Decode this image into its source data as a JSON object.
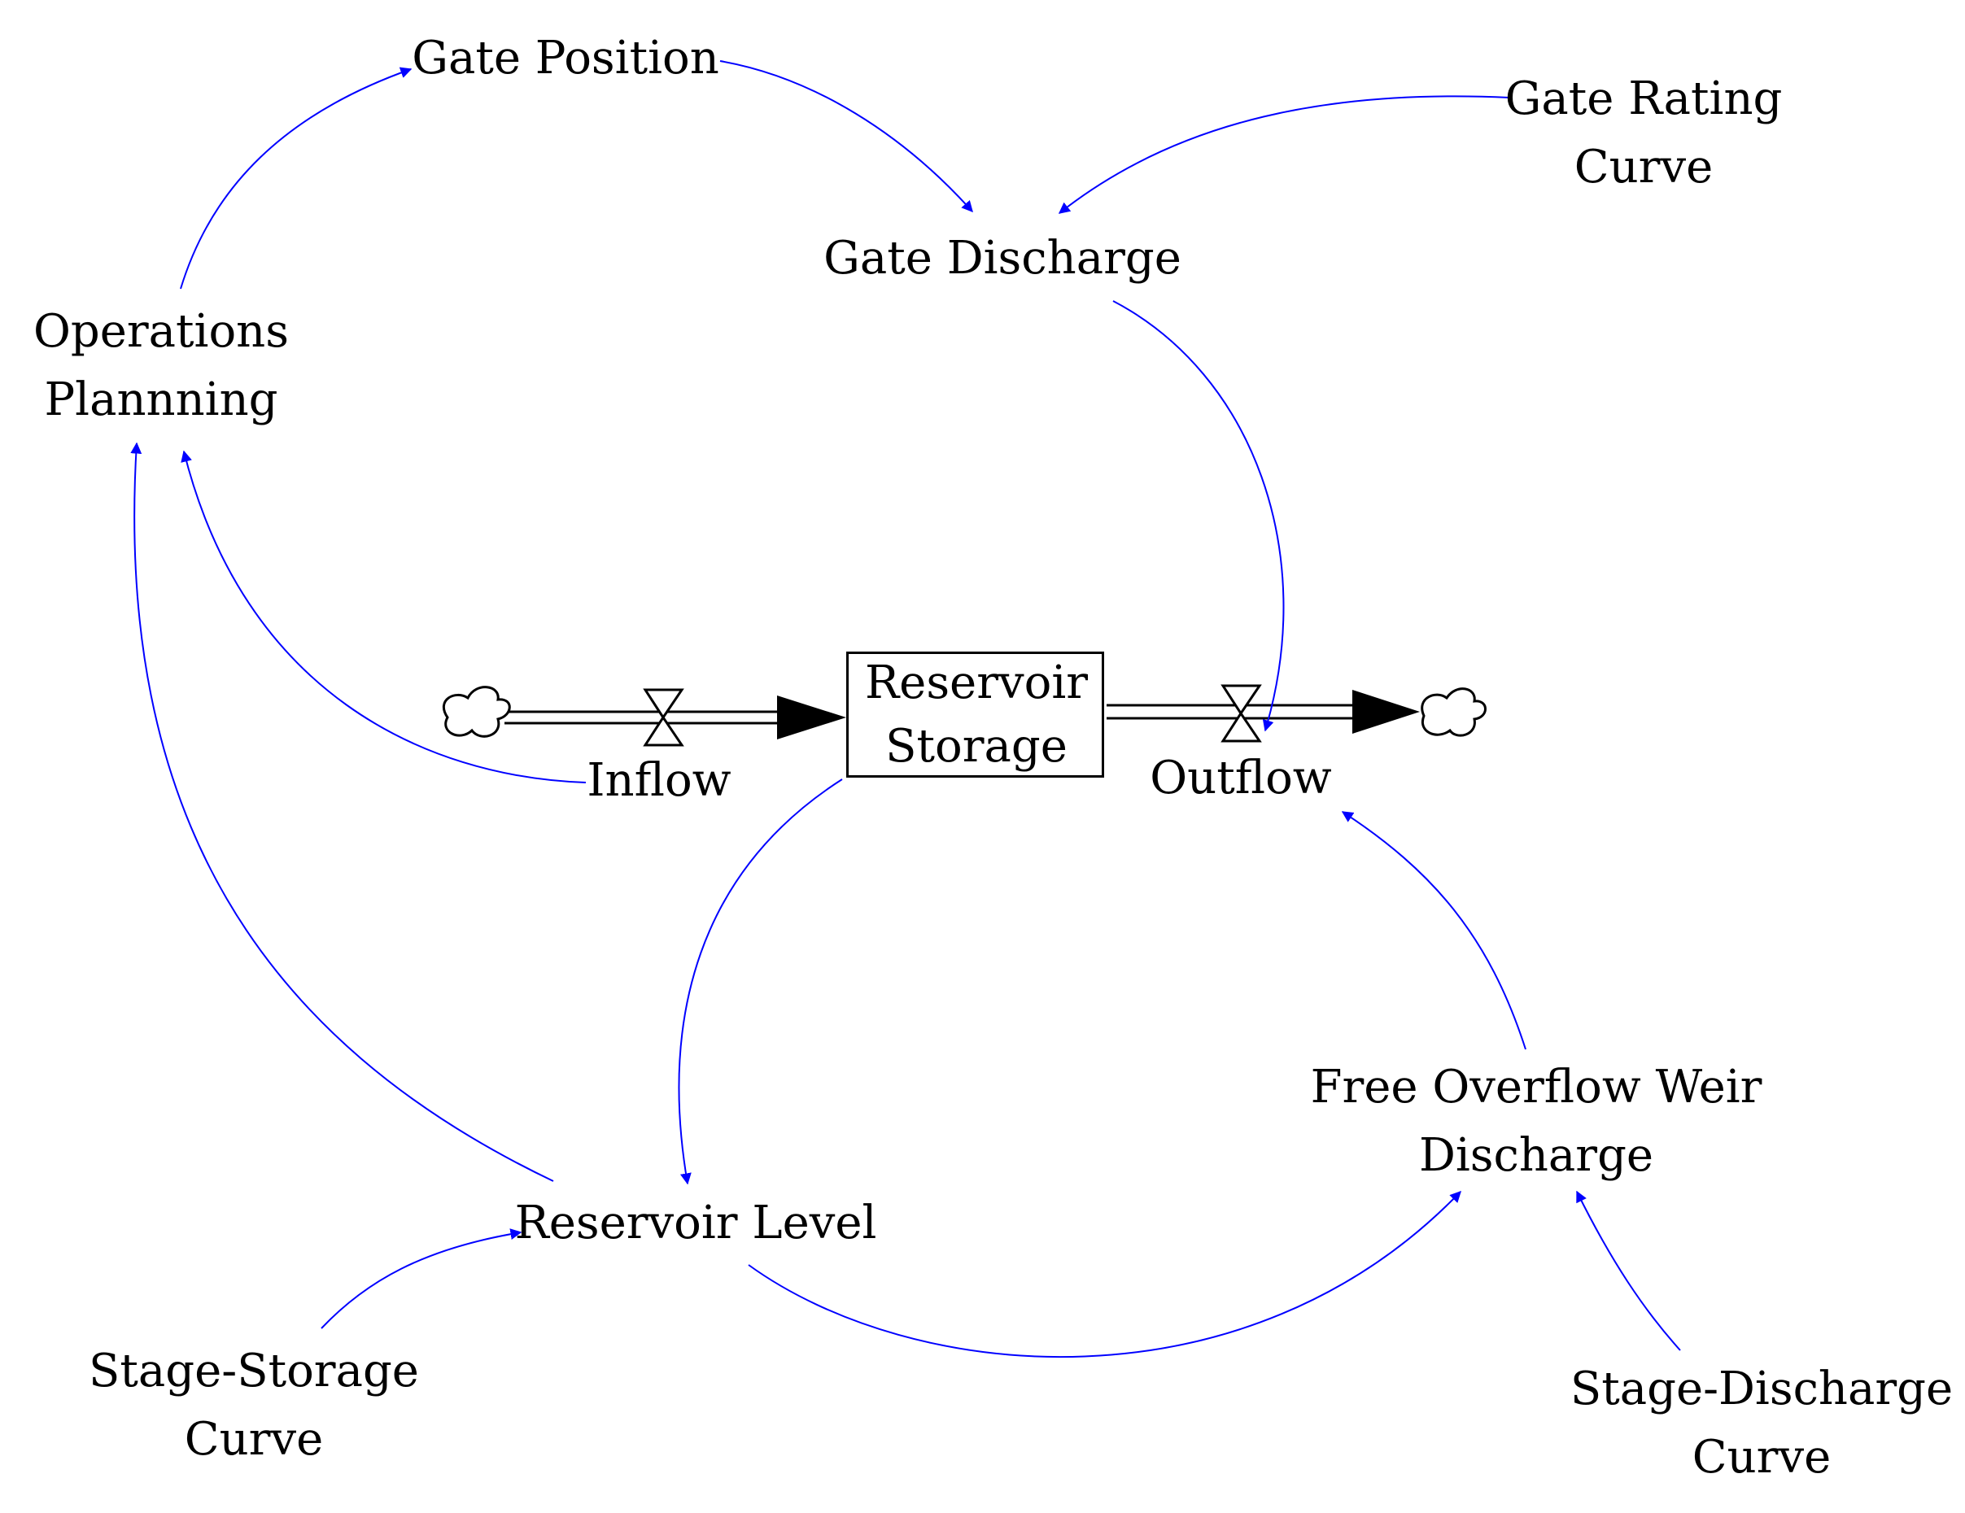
{
  "colors": {
    "link": "#0000ff",
    "flow": "#000000",
    "text": "#000000"
  },
  "stock": {
    "line1": "Reservoir",
    "line2": "Storage"
  },
  "flows": {
    "inflow": "Inflow",
    "outflow": "Outflow"
  },
  "variables": {
    "gate_position": "Gate Position",
    "gate_rating_curve": {
      "line1": "Gate Rating",
      "line2": "Curve"
    },
    "gate_discharge": "Gate Discharge",
    "operations_planning": {
      "line1": "Operations",
      "line2": "Plannning"
    },
    "reservoir_level": "Reservoir Level",
    "free_overflow_weir": {
      "line1": "Free Overflow Weir",
      "line2": "Discharge"
    },
    "stage_storage_curve": {
      "line1": "Stage-Storage",
      "line2": "Curve"
    },
    "stage_discharge_curve": {
      "line1": "Stage-Discharge",
      "line2": "Curve"
    }
  },
  "icons": {
    "source": "cloud-icon",
    "sink": "cloud-icon",
    "valve": "valve-icon"
  }
}
